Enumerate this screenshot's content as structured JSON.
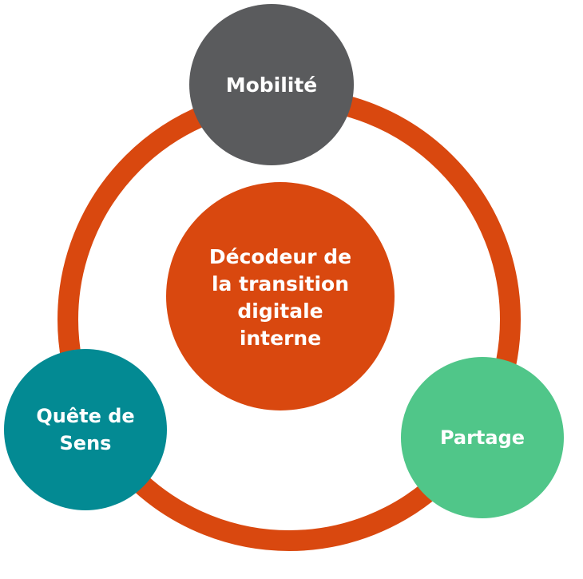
{
  "diagram": {
    "center": {
      "label": "Décodeur de\nla transition\ndigitale\ninterne",
      "color": "#d9480f"
    },
    "ring_color": "#d9480f",
    "nodes": [
      {
        "id": "mobilite",
        "label": "Mobilité",
        "color": "#5a5b5d"
      },
      {
        "id": "quete-de-sens",
        "label": "Quête de\nSens",
        "color": "#038a93"
      },
      {
        "id": "partage",
        "label": "Partage",
        "color": "#50c689"
      }
    ]
  }
}
